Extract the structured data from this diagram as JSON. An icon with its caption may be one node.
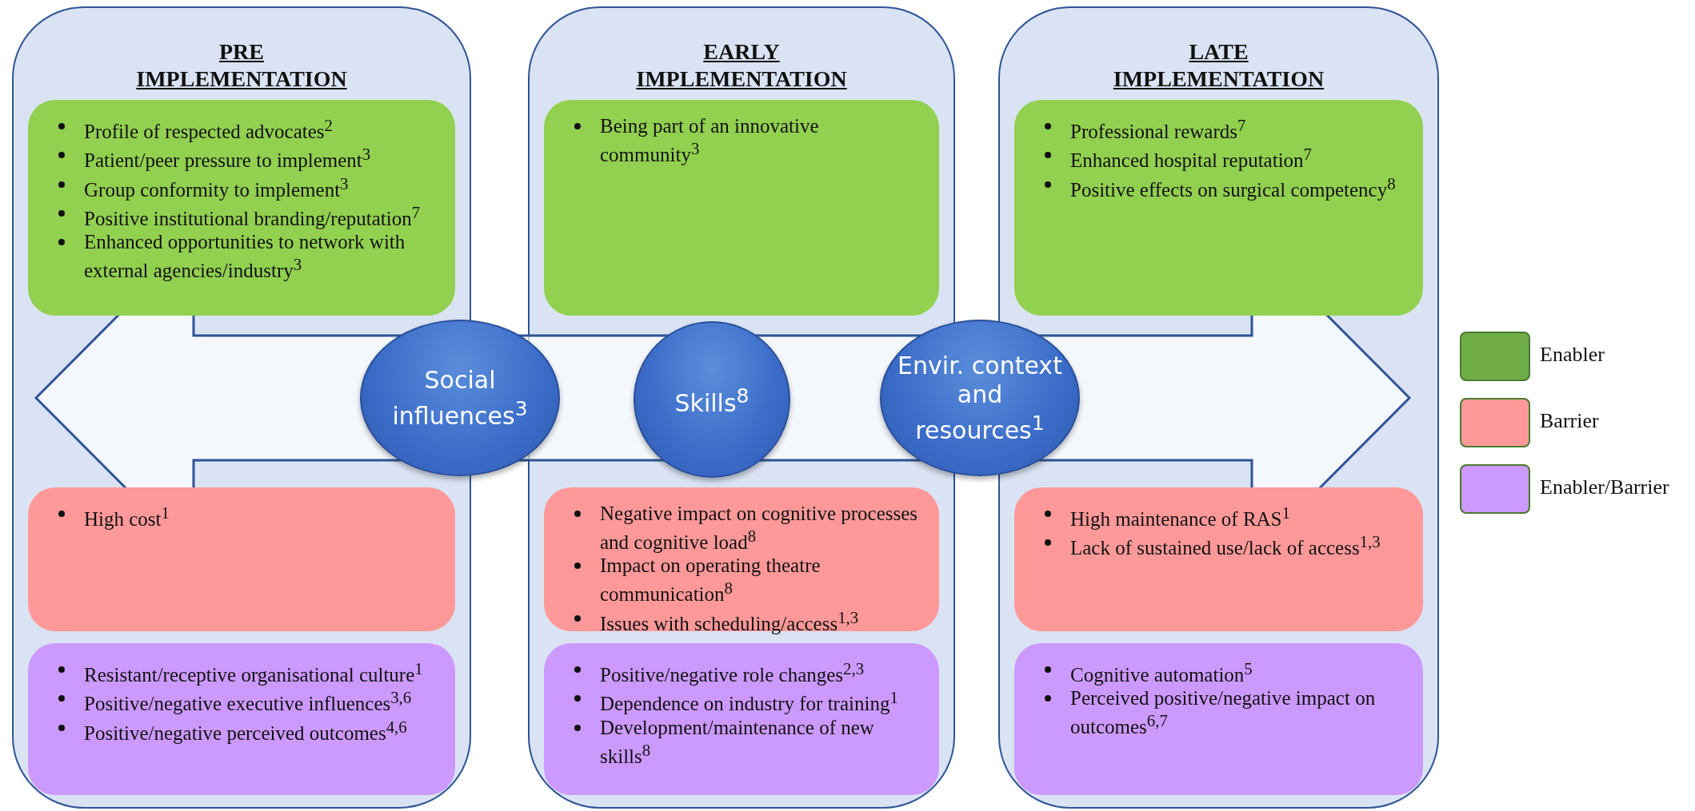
{
  "diagram": {
    "nodes": [
      {
        "text": [
          "PRE IMPLEMENTATION"
        ]
      },
      {
        "text": [
          "Profile of respected advocates$^{2}$",
          "Patient/peer pressure to implement$^{3}$",
          "Group conformity to implement$^{3}$",
          "Positive institutional branding/reputation$^{7}$",
          "Enhanced opportunities to network with external agencies/industry$^{3}$"
        ],
        "in": 0
      },
      {
        "text": [
          "High cost$^{1}$"
        ],
        "in": 0
      },
      {
        "text": [
          "Resistant/receptive organisational culture$^{1}$",
          "Positive/negative executive influences$^{3,6}$",
          "Positive/negative perceived outcomes$^{4,6}$"
        ],
        "in": 0
      },
      {
        "text": [
          "EARLY IMPLEMENTATION"
        ]
      },
      {
        "text": [
          "Being part of an innovative community$^{3}$"
        ],
        "in": 4
      },
      {
        "text": [
          "Negative impact on cognitive processes and cognitive load$^{8}$",
          "Impact on operating theatre communication$^{8}$",
          "Issues with scheduling/access$^{1,3}$"
        ],
        "in": 4
      },
      {
        "text": [
          "Positive/negative role changes$^{2,3}$",
          "Dependence on industry for training$^{1}$",
          "Development/maintenance of new skills$^{8}$"
        ],
        "in": 4
      },
      {
        "text": [
          "LATE IMPLEMENTATION"
        ]
      },
      {
        "text": [
          "Professional rewards$^{7}$",
          "Enhanced hospital reputation$^{7}$",
          "Positive effects on surgical competency$^{8}$"
        ],
        "in": 8
      },
      {
        "text": [
          "High maintenance of RAS$^{1}$",
          "Lack of sustained use/lack of access$^{1,3}$"
        ],
        "in": 8
      },
      {
        "text": [
          "Cognitive automation$^{5}$",
          "Perceived positive/negative impact on outcomes$^{6,7}$"
        ],
        "in": 8
      },
      {
        "text": [
          "Social influences$^{3}$"
        ]
      },
      {
        "text": [
          "Skills$^{8}$"
        ],
        "in": 4
      },
      {
        "text": [
          "Envir. context and resources$^{1}$"
        ]
      }
    ],
    "edges": [],
    "legend": [
      {
        "text": "Enabler",
        "color": "#70ad47"
      },
      {
        "text": "Barrier",
        "color": "#ff9999"
      },
      {
        "text": "Enabler/Barrier",
        "color": "#cc99ff"
      }
    ]
  }
}
